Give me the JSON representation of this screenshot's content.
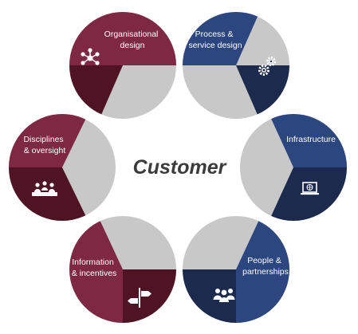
{
  "center_label": "Customer",
  "colors": {
    "maroon_light": "#7e2843",
    "maroon_dark": "#4f1423",
    "navy_light": "#2c4680",
    "navy_dark": "#1b2a4d",
    "grey": "#c8c8c8",
    "text": "#3b3b3b"
  },
  "segments": [
    {
      "id": "organisational-design",
      "label_lines": [
        "Organisational",
        "design"
      ],
      "icon": "network-icon",
      "theme": "maroon"
    },
    {
      "id": "process-service-design",
      "label_lines": [
        "Process &",
        "service design"
      ],
      "icon": "gears-icon",
      "theme": "navy"
    },
    {
      "id": "infrastructure",
      "label_lines": [
        "Infrastructure"
      ],
      "icon": "laptop-globe-icon",
      "theme": "navy"
    },
    {
      "id": "people-partnerships",
      "label_lines": [
        "People &",
        "partnerships"
      ],
      "icon": "people-group-icon",
      "theme": "navy"
    },
    {
      "id": "information-incentives",
      "label_lines": [
        "Information",
        "& incentives"
      ],
      "icon": "signpost-icon",
      "theme": "maroon"
    },
    {
      "id": "disciplines-oversight",
      "label_lines": [
        "Disciplines",
        "& oversight"
      ],
      "icon": "meeting-table-icon",
      "theme": "maroon"
    }
  ]
}
